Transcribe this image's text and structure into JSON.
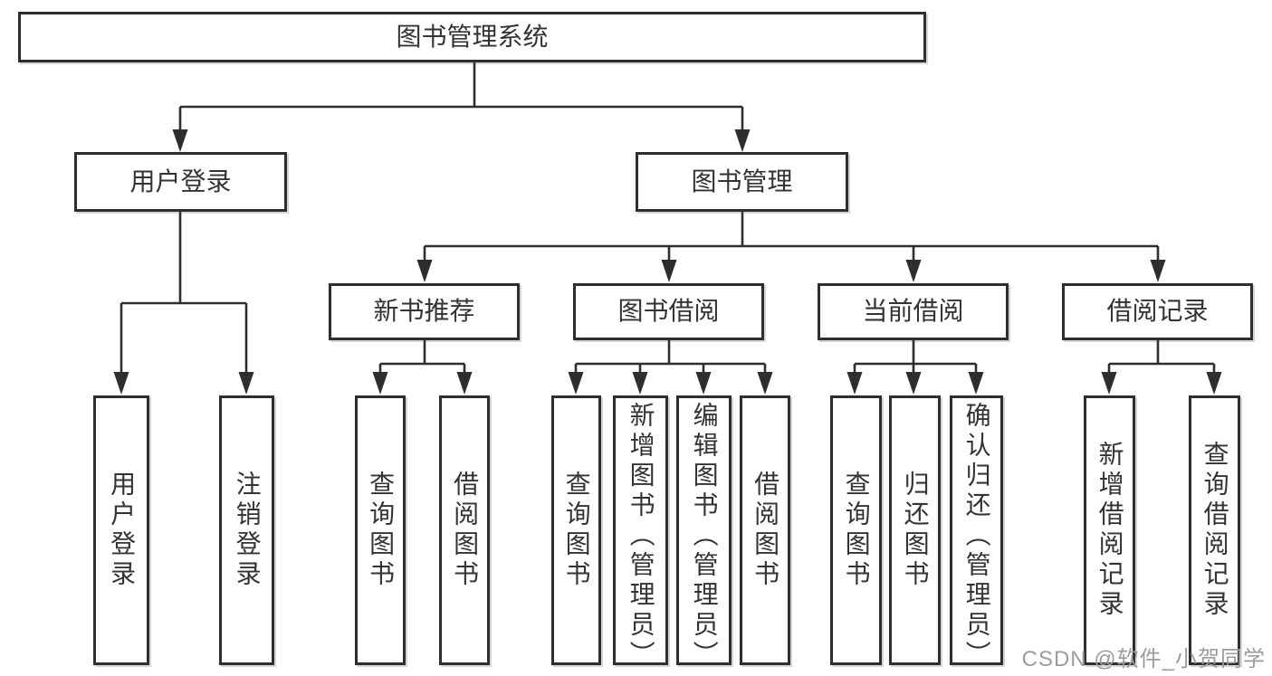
{
  "diagram": {
    "type": "hierarchy-tree",
    "colors": {
      "line": "#2e2e2e",
      "box_border": "#2e2e2e",
      "text": "#333333",
      "watermark": "#9c9c9c",
      "background": "#ffffff"
    }
  },
  "tree": {
    "label": "图书管理系统",
    "children": [
      {
        "label": "用户登录",
        "children": [
          {
            "label": "用户登录"
          },
          {
            "label": "注销登录"
          }
        ]
      },
      {
        "label": "图书管理",
        "children": [
          {
            "label": "新书推荐",
            "children": [
              {
                "label": "查询图书"
              },
              {
                "label": "借阅图书"
              }
            ]
          },
          {
            "label": "图书借阅",
            "children": [
              {
                "label": "查询图书"
              },
              {
                "label": "新增图书（管理员）"
              },
              {
                "label": "编辑图书（管理员）"
              },
              {
                "label": "借阅图书"
              }
            ]
          },
          {
            "label": "当前借阅",
            "children": [
              {
                "label": "查询图书"
              },
              {
                "label": "归还图书"
              },
              {
                "label": "确认归还（管理员）"
              }
            ]
          },
          {
            "label": "借阅记录",
            "children": [
              {
                "label": "新增借阅记录"
              },
              {
                "label": "查询借阅记录"
              }
            ]
          }
        ]
      }
    ]
  },
  "watermark": {
    "text": "CSDN @软件_小贺同学"
  }
}
